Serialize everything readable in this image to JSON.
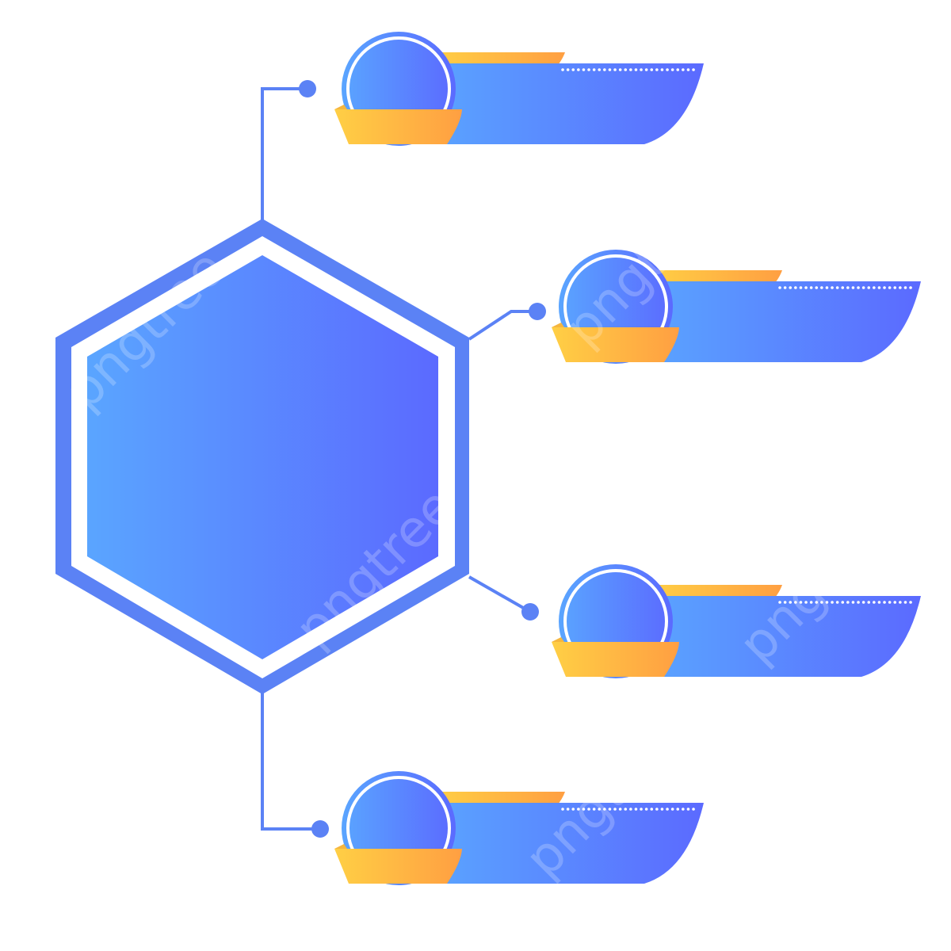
{
  "colors": {
    "blue_light": "#5aa5ff",
    "blue_dark": "#5b6aff",
    "blue_line": "#5b82f5",
    "orange_light": "#ffcf45",
    "orange_dark": "#ff9f42",
    "white": "#ffffff"
  },
  "diagram": {
    "center_shape": "hexagon",
    "branch_count": 4
  },
  "watermark": {
    "text": "pngtree"
  }
}
